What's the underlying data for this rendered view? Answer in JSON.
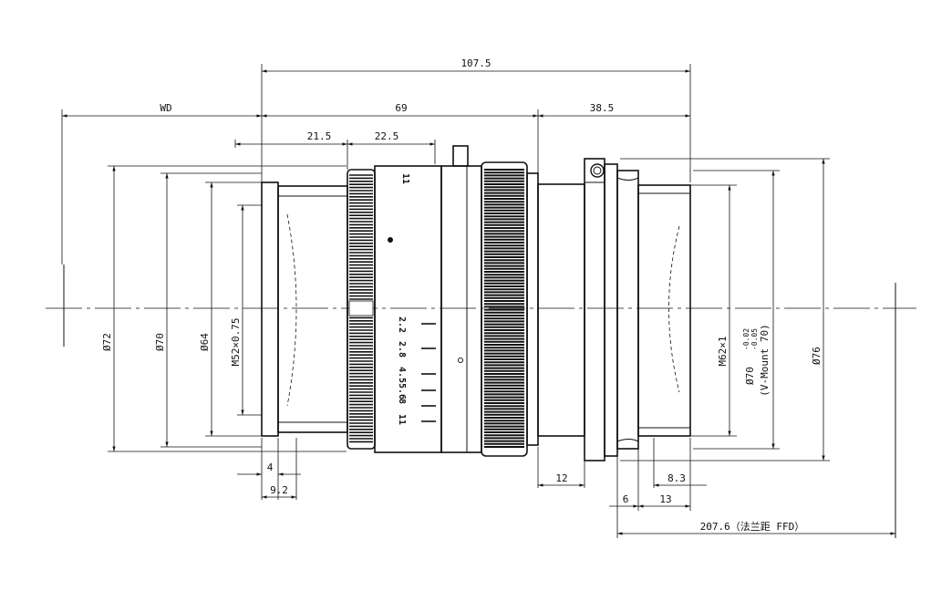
{
  "dims": {
    "overall_length": "107.5",
    "wd": "WD",
    "body_length": "69",
    "mount_length": "38.5",
    "d_21_5": "21.5",
    "d_22_5": "22.5",
    "d_4": "4",
    "d_9_2": "9.2",
    "d_12": "12",
    "d_8_3": "8.3",
    "d_6": "6",
    "d_13": "13",
    "ffd": "207.6（法兰距 FFD）",
    "dia_72": "Ø72",
    "dia_70": "Ø70",
    "dia_64": "Ø64",
    "thread_front": "M52×0.75",
    "thread_rear": "M62×1",
    "dia_70_tol": "Ø70",
    "tol_upper": "-0.02",
    "tol_lower": "-0.05",
    "vmount": "(V-Mount 70)",
    "dia_76": "Ø76"
  },
  "aperture_scale": {
    "top_label": "11",
    "values": [
      "2.2",
      "2.8",
      "4.5",
      "5.6",
      "8",
      "11"
    ]
  }
}
